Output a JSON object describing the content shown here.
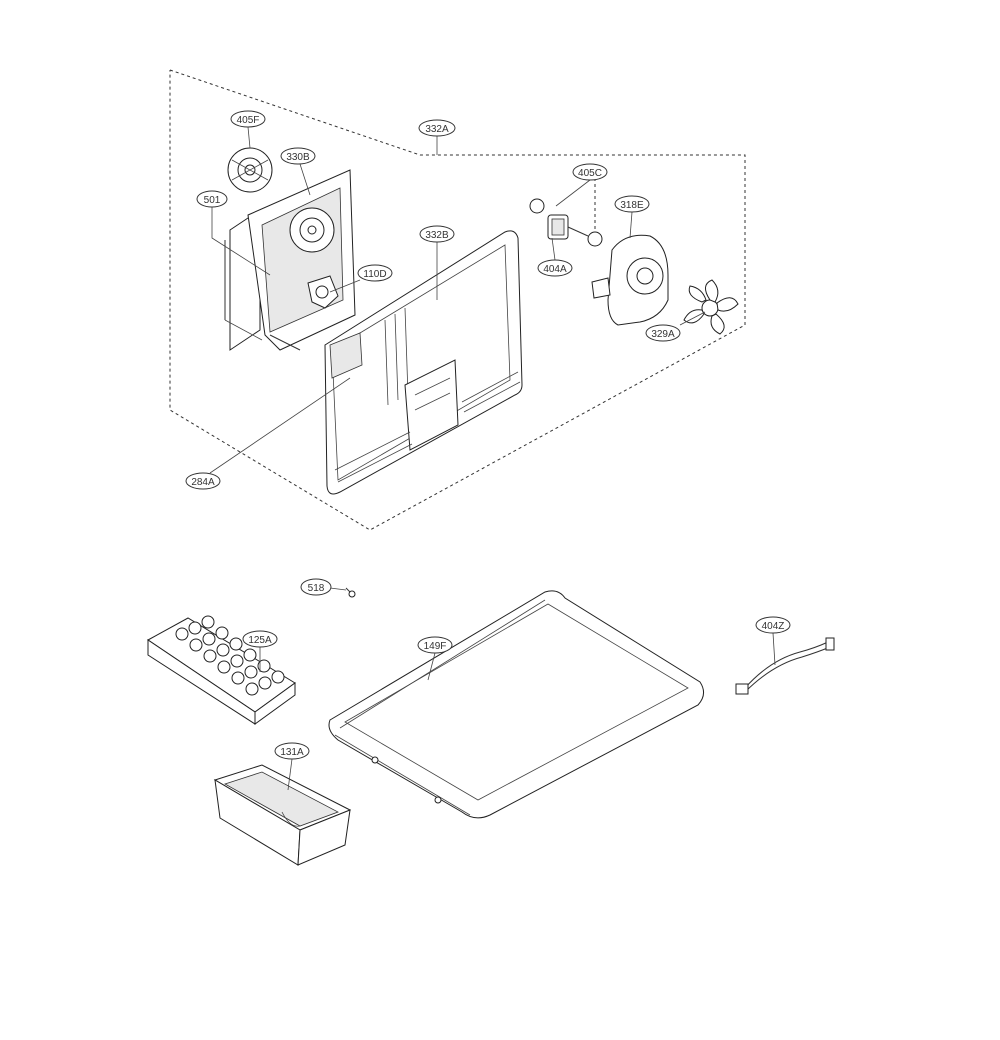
{
  "callouts": {
    "c405F": "405F",
    "c330B": "330B",
    "c332A": "332A",
    "c405C": "405C",
    "c318E": "318E",
    "c501": "501",
    "c332B": "332B",
    "c404A": "404A",
    "c110D": "110D",
    "c329A": "329A",
    "c284A": "284A",
    "c518": "518",
    "c125A": "125A",
    "c149F": "149F",
    "c404Z": "404Z",
    "c131A": "131A"
  }
}
